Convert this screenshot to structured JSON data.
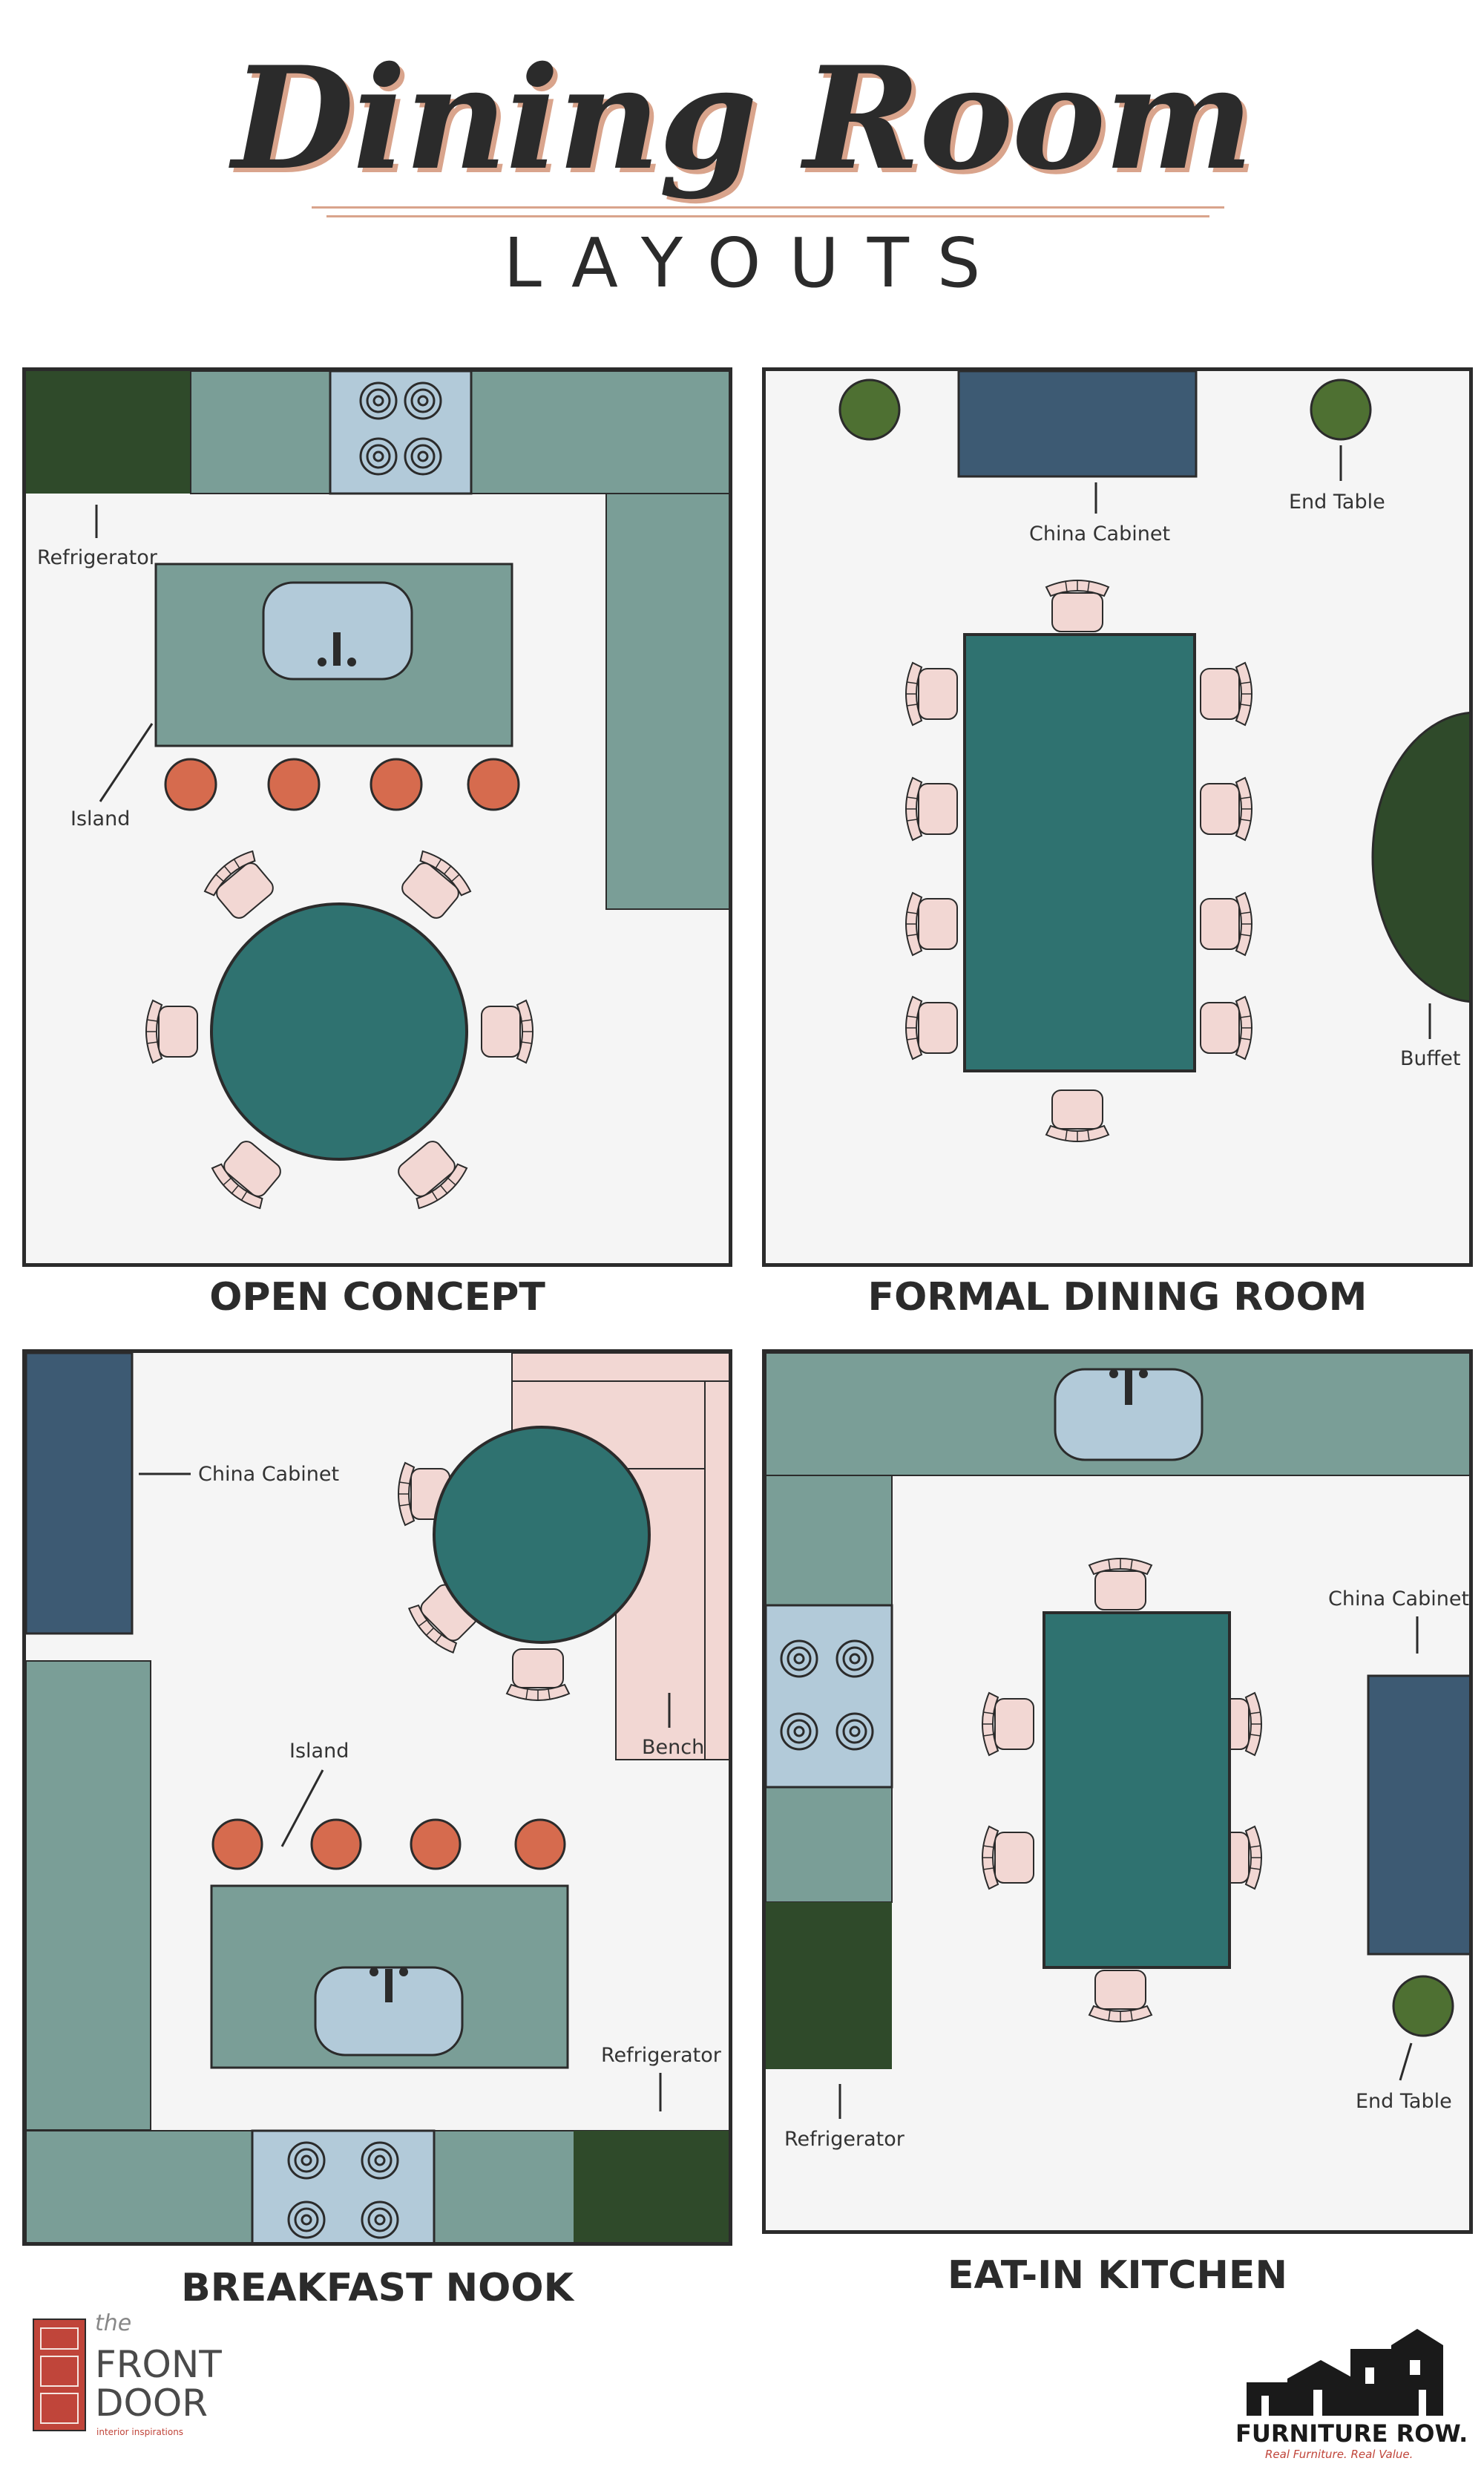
{
  "header": {
    "title": "Dining Room",
    "subtitle": "LAYOUTS"
  },
  "colors": {
    "counter": "#7a9e97",
    "stove": "#b2cad9",
    "fridge": "#2f4a2a",
    "cabinet": "#3d5a73",
    "table": "#2f7270",
    "chair": "#f2d7d3",
    "stool": "#d66b4e",
    "plant": "#4e7032",
    "buffet": "#2f4a2a",
    "floor": "#f5f5f5",
    "outline": "#2b2b2b"
  },
  "panels": {
    "open_concept": {
      "caption": "OPEN CONCEPT",
      "labels": {
        "refrigerator": "Refrigerator",
        "island": "Island"
      }
    },
    "formal_dining": {
      "caption": "FORMAL DINING ROOM",
      "labels": {
        "china_cabinet": "China Cabinet",
        "end_table": "End Table",
        "buffet": "Buffet"
      }
    },
    "breakfast_nook": {
      "caption": "BREAKFAST NOOK",
      "labels": {
        "china_cabinet": "China Cabinet",
        "island": "Island",
        "bench": "Bench",
        "refrigerator": "Refrigerator"
      }
    },
    "eat_in_kitchen": {
      "caption": "EAT-IN KITCHEN",
      "labels": {
        "china_cabinet": "China Cabinet",
        "end_table": "End Table",
        "refrigerator": "Refrigerator"
      }
    }
  },
  "logos": {
    "front_door": {
      "word1": "FRONT",
      "word2": "DOOR",
      "script": "the",
      "tagline": "interior inspirations"
    },
    "furniture_row": {
      "name": "FURNITURE ROW.",
      "tagline": "Real Furniture. Real Value."
    }
  }
}
